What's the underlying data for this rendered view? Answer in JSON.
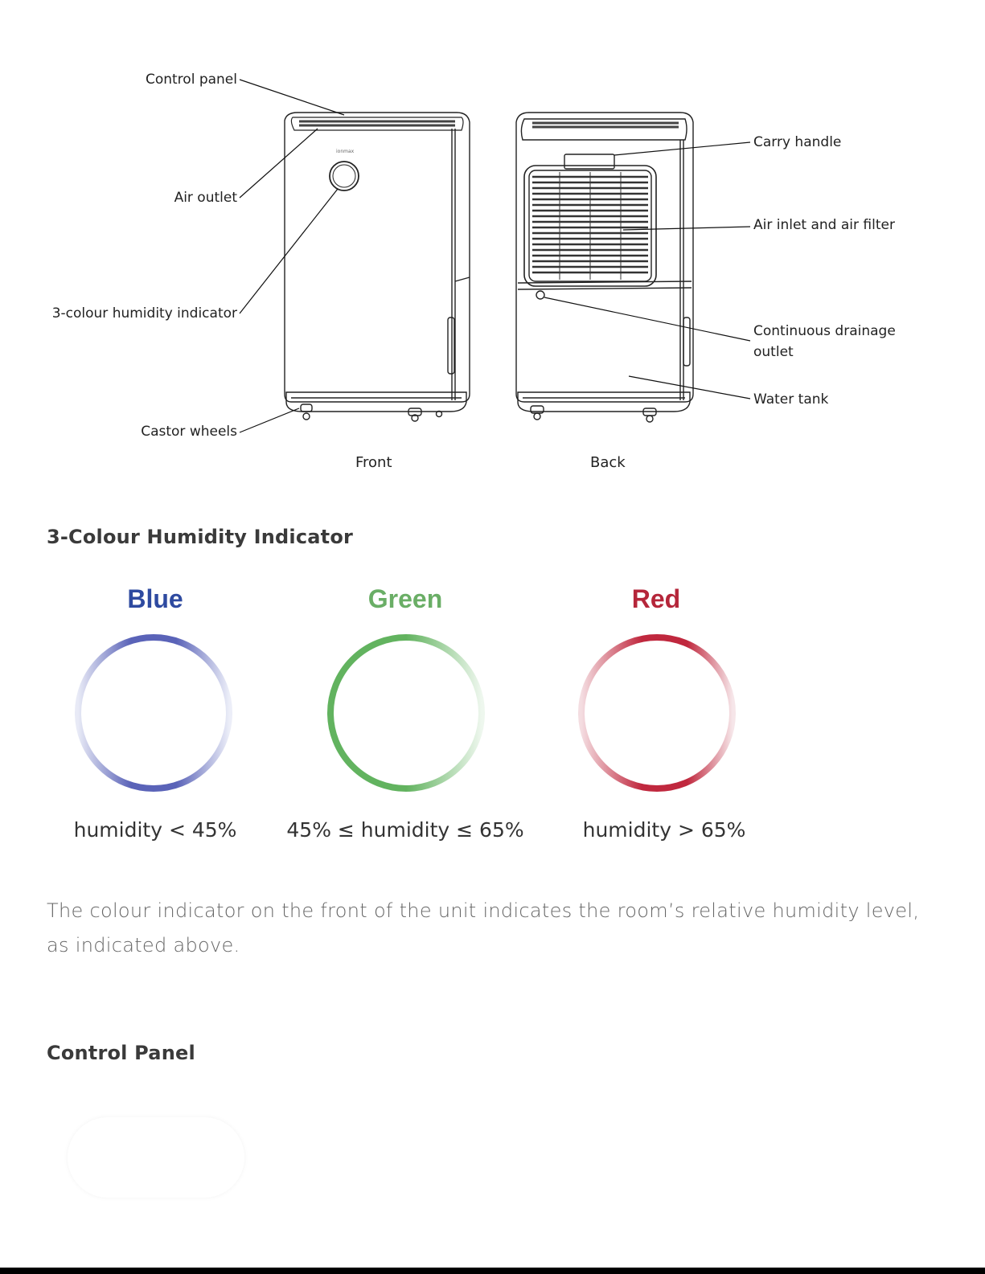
{
  "diagram": {
    "callouts": {
      "control_panel": "Control panel",
      "air_outlet": "Air outlet",
      "humidity_indicator": "3-colour humidity indicator",
      "castor_wheels": "Castor wheels",
      "carry_handle": "Carry handle",
      "air_inlet": "Air inlet and air filter",
      "drainage_line1": "Continuous drainage",
      "drainage_line2": "outlet",
      "water_tank": "Water tank"
    },
    "front_label": "Front",
    "back_label": "Back",
    "brand_text": "ionmax"
  },
  "indicator_section": {
    "heading": "3-Colour Humidity Indicator",
    "rings": [
      {
        "title": "Blue",
        "caption": "humidity < 45%",
        "color": "#5a63b8",
        "title_color": "#2e4aa0"
      },
      {
        "title": "Green",
        "caption": "45% ≤ humidity ≤ 65%",
        "color": "#62b35f",
        "title_color": "#6aae66"
      },
      {
        "title": "Red",
        "caption": "humidity > 65%",
        "color": "#c0283e",
        "title_color": "#b5263a"
      }
    ],
    "description": "The colour indicator on the front of the unit indicates the room’s relative humidity level, as indicated above."
  },
  "control_section": {
    "heading": "Control Panel"
  }
}
